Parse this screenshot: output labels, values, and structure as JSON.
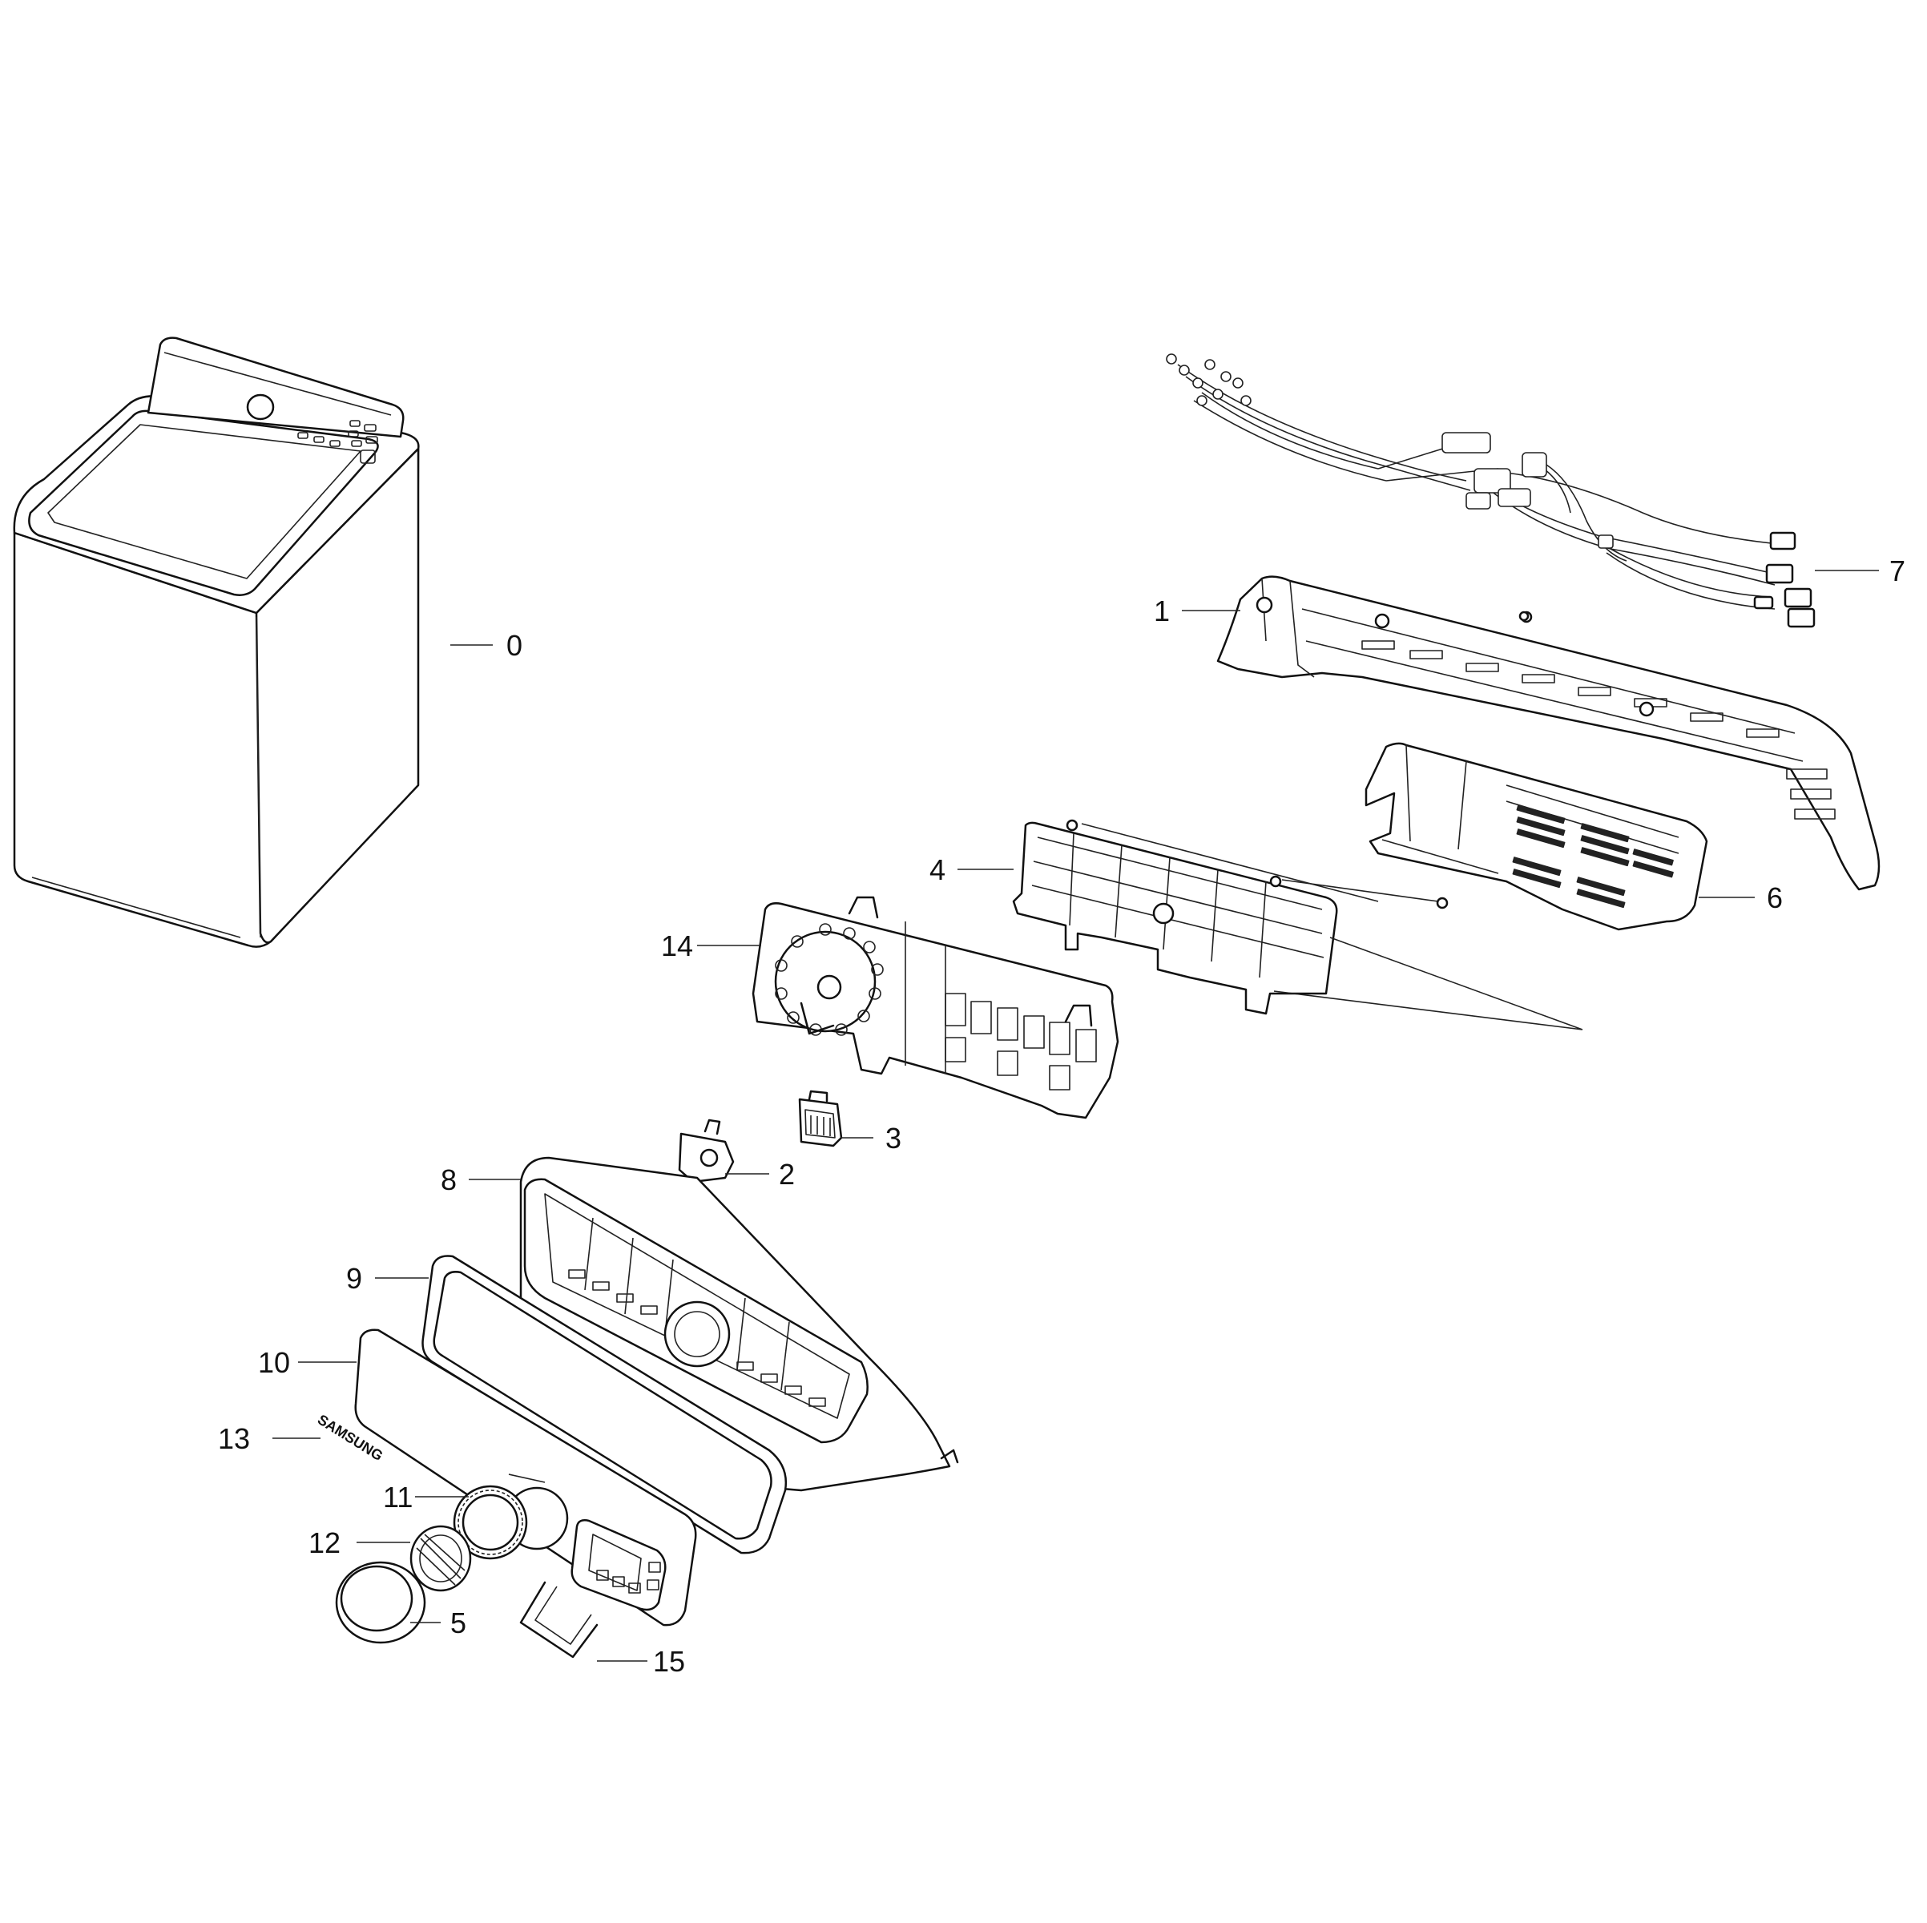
{
  "diagram": {
    "callouts": {
      "p0": "0",
      "p1": "1",
      "p2": "2",
      "p3": "3",
      "p4": "4",
      "p5": "5",
      "p6": "6",
      "p7": "7",
      "p8": "8",
      "p9": "9",
      "p10": "10",
      "p11": "11",
      "p12": "12",
      "p13": "13",
      "p14": "14",
      "p15": "15"
    },
    "brand_lettering": "SAMSUNG"
  }
}
